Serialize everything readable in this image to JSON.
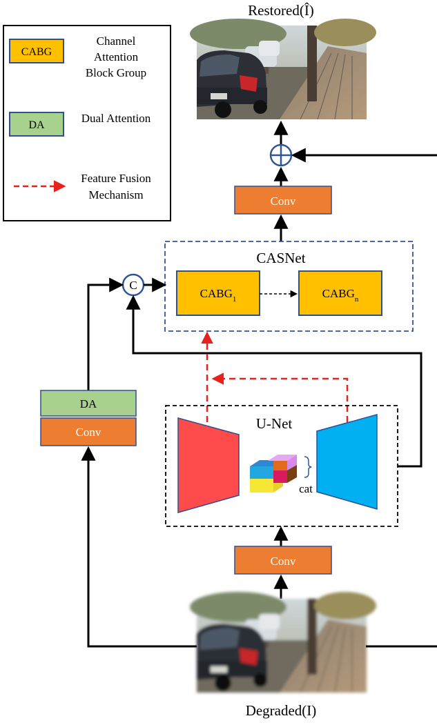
{
  "legend": {
    "cabg": {
      "key": "CABG",
      "line1": "Channel",
      "line2": "Attention",
      "line3": "Block Group"
    },
    "da": {
      "key": "DA",
      "description": "Dual Attention"
    },
    "fusion": {
      "line1": "Feature Fusion",
      "line2": "Mechanism"
    }
  },
  "images": {
    "restored_label": "Restored(Î)",
    "degraded_label": "Degraded(I)"
  },
  "blocks": {
    "conv_top": "Conv",
    "conv_left": "Conv",
    "conv_bottom": "Conv",
    "da": "DA",
    "concat": "C",
    "casnet_title": "CASNet",
    "cabg_first": {
      "base": "CABG",
      "sub": "1"
    },
    "cabg_last": {
      "base": "CABG",
      "sub": "n"
    },
    "unet_title": "U-Net",
    "cat_label": "cat"
  },
  "colors": {
    "conv_orange": "#ED7D31",
    "cabg_yellow": "#FFC000",
    "da_green": "#A9D18E",
    "encoder_red": "#FF4B4B",
    "decoder_blue": "#00B0F0",
    "fusion_red": "#E8211C",
    "casnet_border": "#2F5597"
  }
}
